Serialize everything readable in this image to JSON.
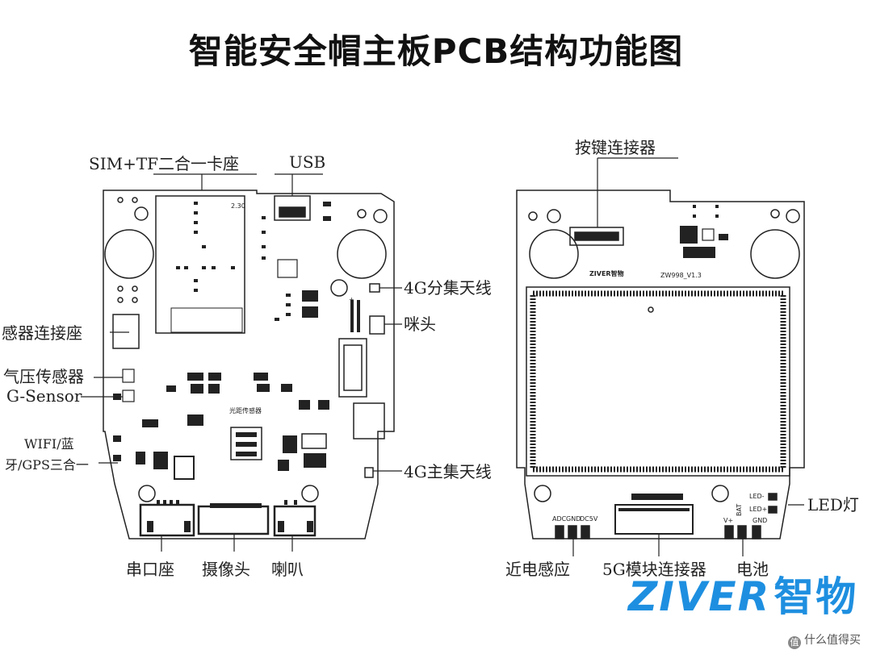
{
  "title": "智能安全帽主板PCB结构功能图",
  "left_board": {
    "labels": {
      "sim_tf": "SIM+TF二合一卡座",
      "usb": "USB",
      "antenna_div": "4G分集天线",
      "mic": "咪头",
      "sensor_conn": "感器连接座",
      "baro": "气压传感器",
      "gsensor": "G-Sensor",
      "wifi_line1": "WIFI/蓝",
      "wifi_line2": "牙/GPS三合一",
      "antenna_main": "4G主集天线",
      "serial": "串口座",
      "camera": "摄像头",
      "speaker": "喇叭"
    },
    "silkscreen": {
      "sim_mark": "2.30",
      "light_sensor": "光距传感器"
    }
  },
  "right_board": {
    "labels": {
      "key_conn": "按键连接器",
      "led": "LED灯",
      "proximity": "近电感应",
      "module_5g": "5G模块连接器",
      "battery": "电池"
    },
    "silkscreen": {
      "brand": "ZIVER智物",
      "model": "ZW998_V1.3",
      "adc": "ADC",
      "gnd1": "GND",
      "dc5v": "DC5V",
      "led_minus": "LED-",
      "led_plus": "LED+",
      "vplus": "V+",
      "bat": "BAT",
      "gnd2": "GND"
    }
  },
  "brand_logo": {
    "latin": "ZIVER",
    "cn": "智物"
  },
  "watermark": "什么值得买",
  "colors": {
    "brand": "#1e8fe0",
    "line": "#222222"
  }
}
